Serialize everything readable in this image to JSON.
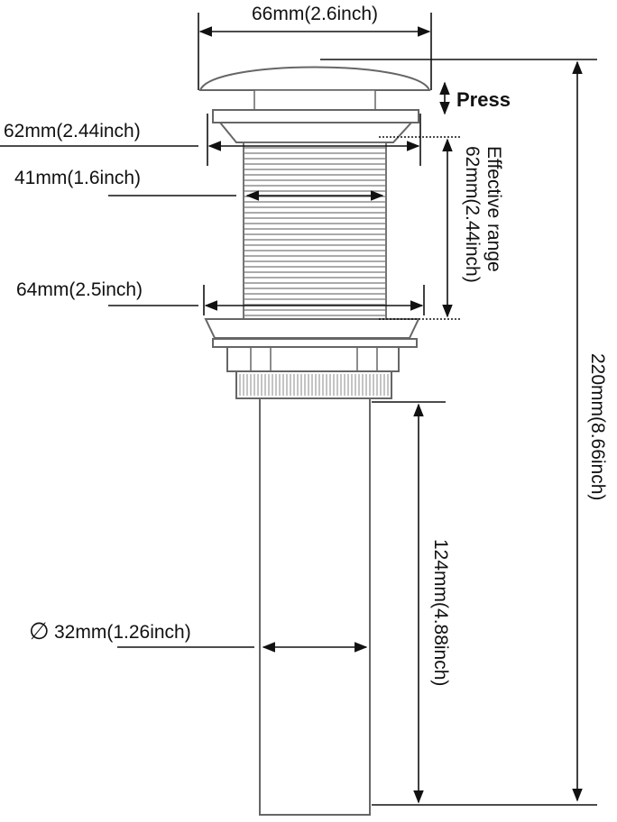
{
  "labels": {
    "cap_width": "66mm(2.6inch)",
    "press": "Press",
    "flange_width": "62mm(2.44inch)",
    "thread_inner": "41mm(1.6inch)",
    "lower_flange": "64mm(2.5inch)",
    "effective_range_line1": "Effective range",
    "effective_range_line2": "62mm(2.44inch)",
    "total_height": "220mm(8.66inch)",
    "pipe_length": "124mm(4.88inch)",
    "diameter_symbol": "∅",
    "pipe_diameter": "32mm(1.26inch)"
  },
  "colors": {
    "line": "#111111",
    "metal_stroke": "#666666",
    "metal_fill": "#ffffff"
  }
}
